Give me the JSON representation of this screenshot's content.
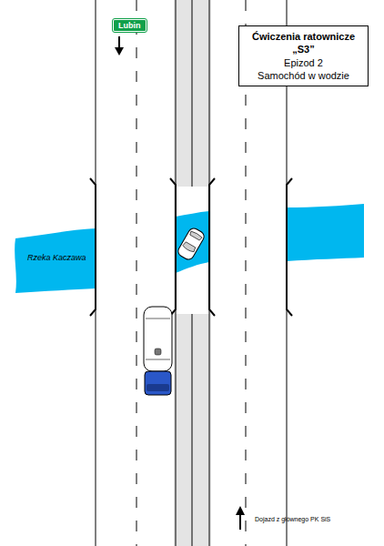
{
  "diagram": {
    "nodes": [
      {
        "text": [
          "Lubin"
        ]
      },
      {
        "text": [
          "Ćwiczenia ratownicze „S3”",
          "Epizod 2",
          "Samochód w wodzie"
        ]
      }
    ],
    "labels": [
      "Rzeka Kaczawa",
      "Dojazd z głównego PK SiS"
    ]
  }
}
